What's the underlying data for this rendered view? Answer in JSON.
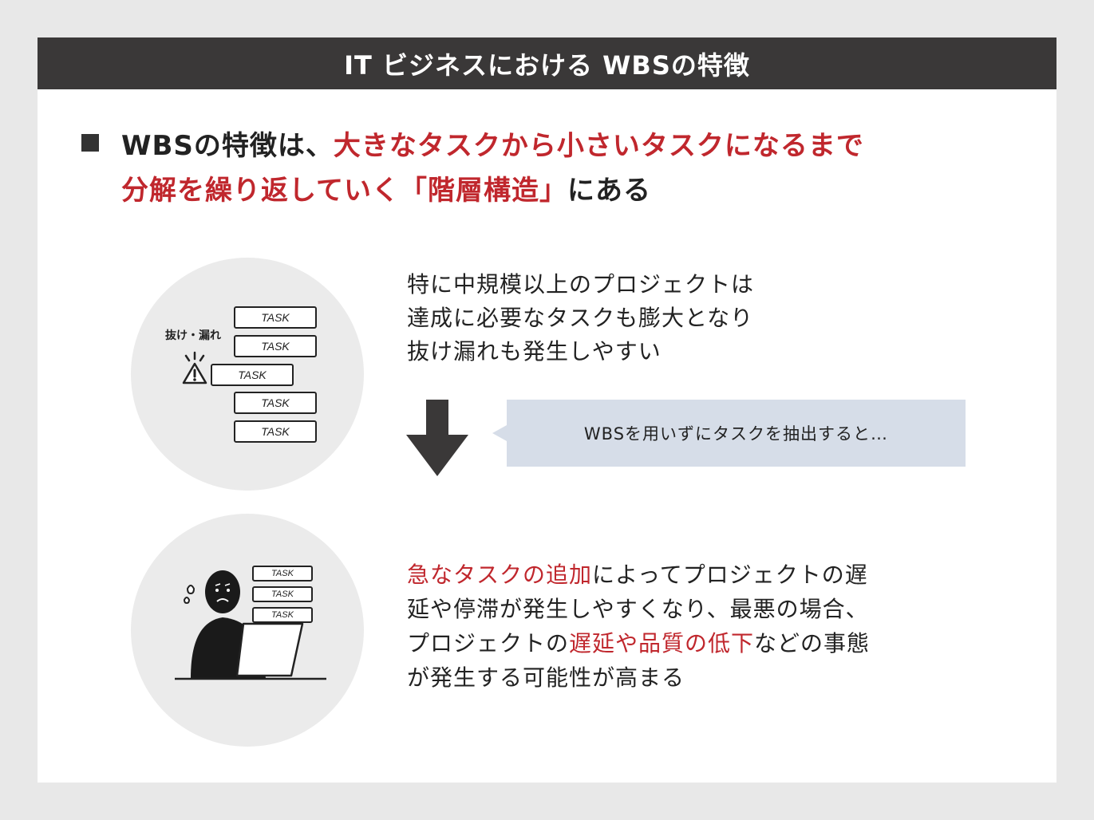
{
  "header": {
    "title": "IT ビジネスにおける WBSの特徴"
  },
  "headline": {
    "line1_black": "WBSの特徴は、",
    "line1_red": "大きなタスクから小さいタスクになるまで",
    "line2_red": "分解を繰り返していく「階層構造」",
    "line2_black": "にある"
  },
  "top_illustration": {
    "omission_label": "抜け・漏れ",
    "tasks": [
      "TASK",
      "TASK",
      "TASK",
      "TASK",
      "TASK"
    ],
    "icons": [
      "warning-icon"
    ]
  },
  "top_text": {
    "lines": [
      "特に中規模以上のプロジェクトは",
      "達成に必要なタスクも膨大となり",
      "抜け漏れも発生しやすい"
    ]
  },
  "callout": {
    "text": "WBSを用いずにタスクを抽出すると…"
  },
  "bottom_illustration": {
    "tasks": [
      "TASK",
      "TASK",
      "TASK"
    ],
    "icons": [
      "worried-person-icon",
      "laptop-icon",
      "sweat-drops-icon"
    ]
  },
  "bottom_text": {
    "l1_red": "急なタスクの追加",
    "l1_black": "によってプロジェクトの遅",
    "l2": "延や停滞が発生しやすくなり、最悪の場合、",
    "l3_black_a": "プロジェクトの",
    "l3_red": "遅延や品質の低下",
    "l3_black_b": "などの事態",
    "l4": "が発生する可能性が高まる"
  },
  "colors": {
    "accent_red": "#c0272d",
    "header_bg": "#3a3838",
    "callout_bg": "#d6dde8",
    "circle_bg": "#ebebeb"
  }
}
